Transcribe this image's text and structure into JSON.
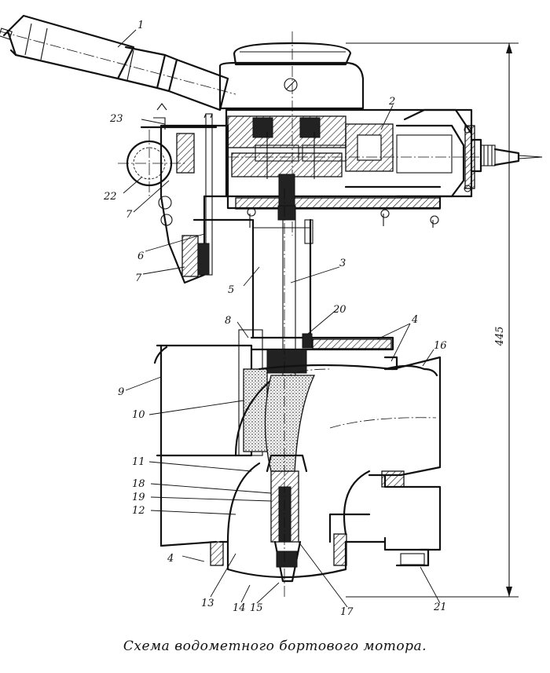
{
  "caption": "Схема водометного бортового мотора.",
  "dimension": "445",
  "labels": {
    "l1": "1",
    "l2": "2",
    "l3": "3",
    "l4a": "4",
    "l4b": "4",
    "l5": "5",
    "l6": "6",
    "l7a": "7",
    "l7b": "7",
    "l8": "8",
    "l9": "9",
    "l10": "10",
    "l11": "11",
    "l12": "12",
    "l13": "13",
    "l14": "14",
    "l15": "15",
    "l16": "16",
    "l17": "17",
    "l18": "18",
    "l19": "19",
    "l20": "20",
    "l21": "21",
    "l22": "22",
    "l23": "23"
  }
}
